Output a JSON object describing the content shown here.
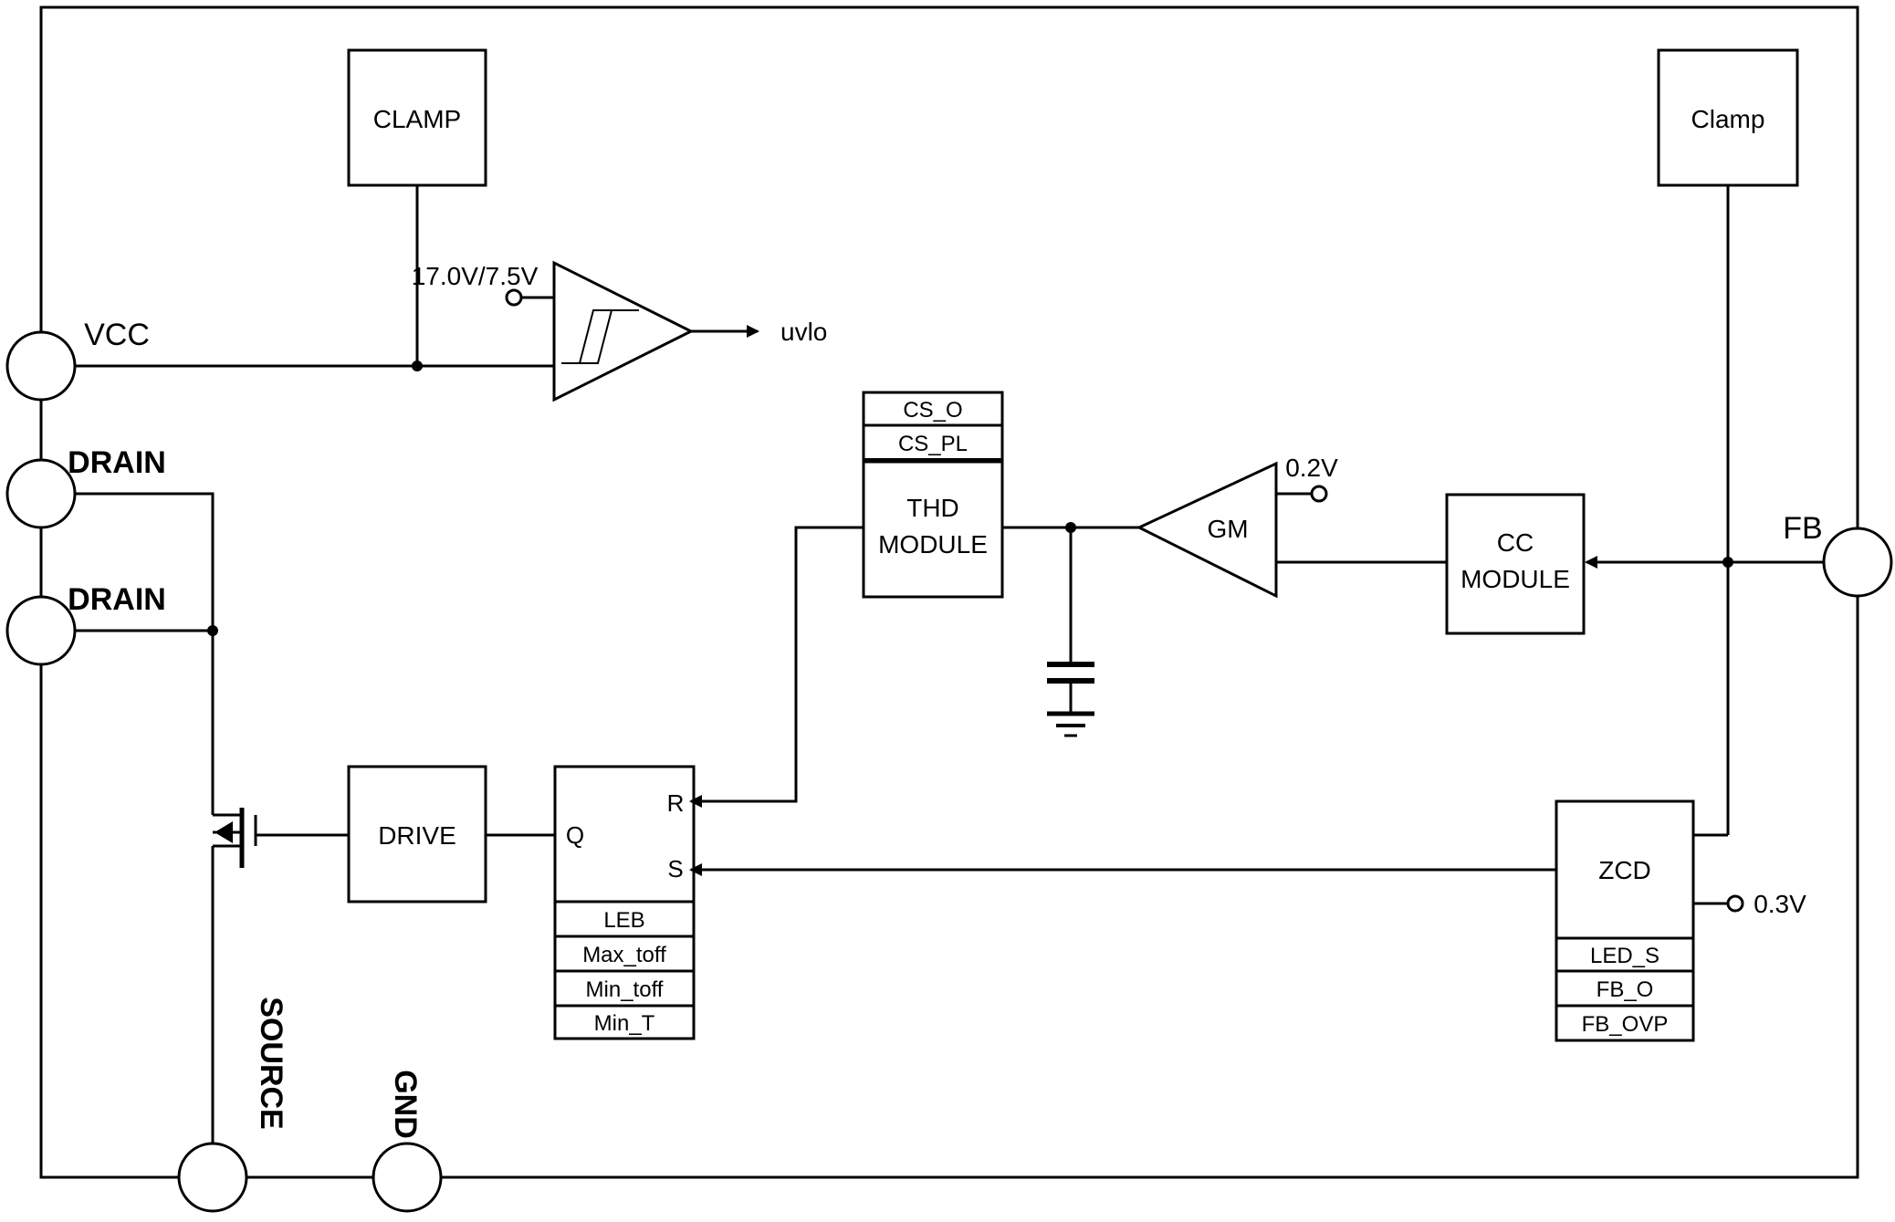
{
  "pins": {
    "vcc": "VCC",
    "drain1": "DRAIN",
    "drain2": "DRAIN",
    "source": "SOURCE",
    "gnd": "GND",
    "fb": "FB"
  },
  "blocks": {
    "clamp_left": "CLAMP",
    "clamp_right": "Clamp",
    "drive": "DRIVE",
    "thd_line1": "THD",
    "thd_line2": "MODULE",
    "cc_line1": "CC",
    "cc_line2": "MODULE",
    "zcd": "ZCD",
    "gm": "GM"
  },
  "signals": {
    "uvlo": "uvlo",
    "uvlo_threshold": "17.0V/7.5V",
    "gm_ref": "0.2V",
    "zcd_ref": "0.3V"
  },
  "thd_labels": [
    "CS_O",
    "CS_PL"
  ],
  "latch": {
    "r": "R",
    "s": "S",
    "q": "Q",
    "labels": [
      "LEB",
      "Max_toff",
      "Min_toff",
      "Min_T"
    ]
  },
  "zcd_labels": [
    "LED_S",
    "FB_O",
    "FB_OVP"
  ]
}
